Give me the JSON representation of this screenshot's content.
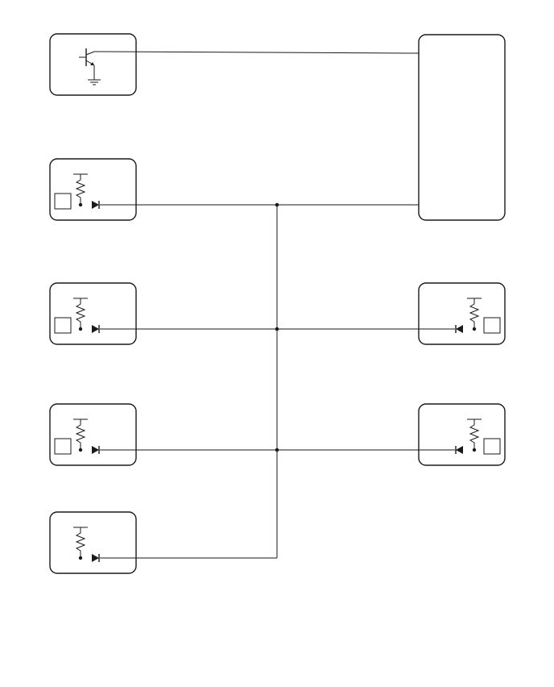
{
  "diagram": {
    "type": "wiring-schematic",
    "colors": {
      "background": "#ffffff",
      "stroke": "#1a1a1a"
    },
    "modules": [
      {
        "id": "transistor-module",
        "side": "left",
        "row": 0,
        "kind": "transistor-ground",
        "connector_box": false
      },
      {
        "id": "control-unit",
        "side": "right",
        "row": 0,
        "kind": "blank-unit",
        "connector_box": false
      },
      {
        "id": "left-module-1",
        "side": "left",
        "row": 1,
        "kind": "pullup-diode",
        "connector_box": true
      },
      {
        "id": "left-module-2",
        "side": "left",
        "row": 2,
        "kind": "pullup-diode",
        "connector_box": true
      },
      {
        "id": "right-module-2",
        "side": "right",
        "row": 2,
        "kind": "pullup-diode",
        "connector_box": true
      },
      {
        "id": "left-module-3",
        "side": "left",
        "row": 3,
        "kind": "pullup-diode",
        "connector_box": true
      },
      {
        "id": "right-module-3",
        "side": "right",
        "row": 3,
        "kind": "pullup-diode",
        "connector_box": true
      },
      {
        "id": "left-module-4",
        "side": "left",
        "row": 4,
        "kind": "pullup-diode",
        "connector_box": false
      }
    ],
    "junctions": [
      "bus-junction-row-1",
      "bus-junction-row-2",
      "bus-junction-row-3"
    ]
  }
}
